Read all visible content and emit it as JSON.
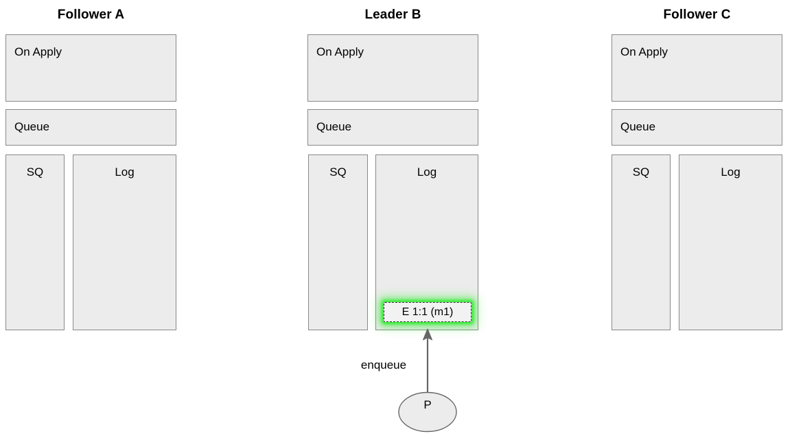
{
  "diagram": {
    "title_row": [
      "Follower A",
      "Leader B",
      "Follower C"
    ],
    "nodes": [
      {
        "id": "follower-a",
        "title": "Follower A",
        "on_apply_label": "On Apply",
        "queue_label": "Queue",
        "sq_label": "SQ",
        "log_label": "Log",
        "log_entries": []
      },
      {
        "id": "leader-b",
        "title": "Leader B",
        "on_apply_label": "On Apply",
        "queue_label": "Queue",
        "sq_label": "SQ",
        "log_label": "Log",
        "log_entries": [
          {
            "text": "E 1:1 (m1)",
            "highlight": true,
            "highlight_color": "#3ceb3c",
            "border_style": "dashed"
          }
        ]
      },
      {
        "id": "follower-c",
        "title": "Follower C",
        "on_apply_label": "On Apply",
        "queue_label": "Queue",
        "sq_label": "SQ",
        "log_label": "Log",
        "log_entries": []
      }
    ],
    "producer": {
      "label": "P",
      "shape": "ellipse"
    },
    "edge": {
      "label": "enqueue",
      "direction": "up",
      "from": "producer",
      "to": "leader-b-log-entry",
      "color": "#666666"
    },
    "colors": {
      "box_fill": "#ececec",
      "box_border": "#888888",
      "entry_fill": "#f2f2f2",
      "entry_border": "#333333",
      "glow": "#3ceb3c",
      "arrow": "#666666",
      "text": "#000000",
      "background": "#ffffff"
    }
  }
}
